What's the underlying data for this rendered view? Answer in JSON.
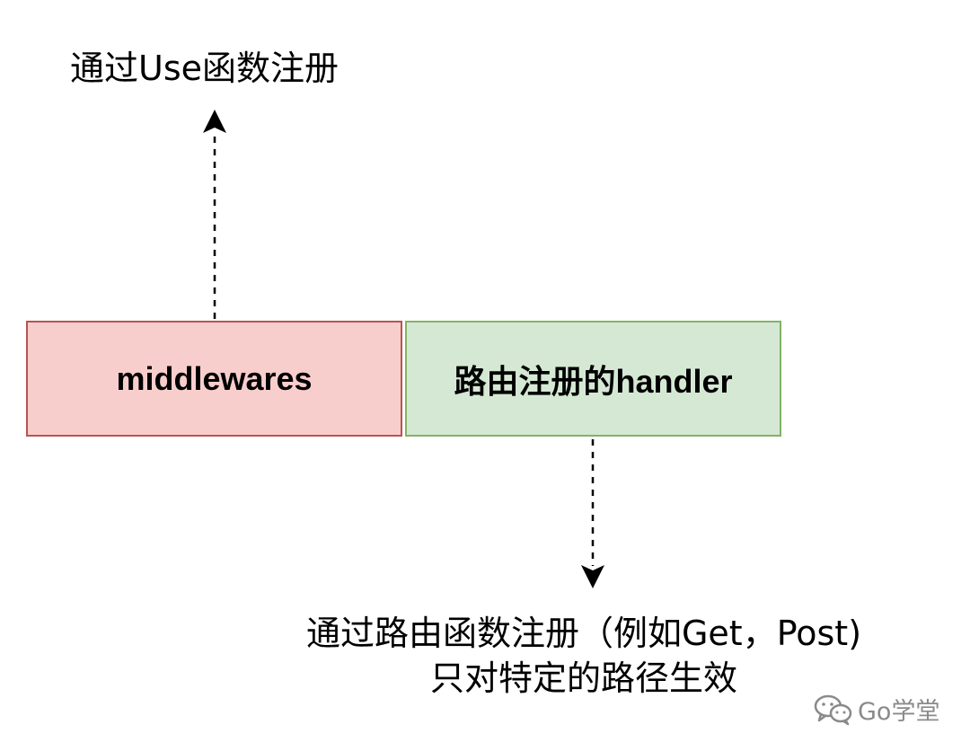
{
  "labels": {
    "top": "通过Use函数注册",
    "bottom_line1": "通过路由函数注册（例如Get，Post)",
    "bottom_line2": "只对特定的路径生效"
  },
  "boxes": {
    "middlewares": "middlewares",
    "handler": "路由注册的handler"
  },
  "watermark": {
    "text": "Go学堂",
    "icon": "wechat-icon"
  },
  "colors": {
    "middlewares_fill": "#f8cecc",
    "middlewares_border": "#b85450",
    "handler_fill": "#d5e8d4",
    "handler_border": "#82b366",
    "watermark": "#8a8a8a"
  }
}
